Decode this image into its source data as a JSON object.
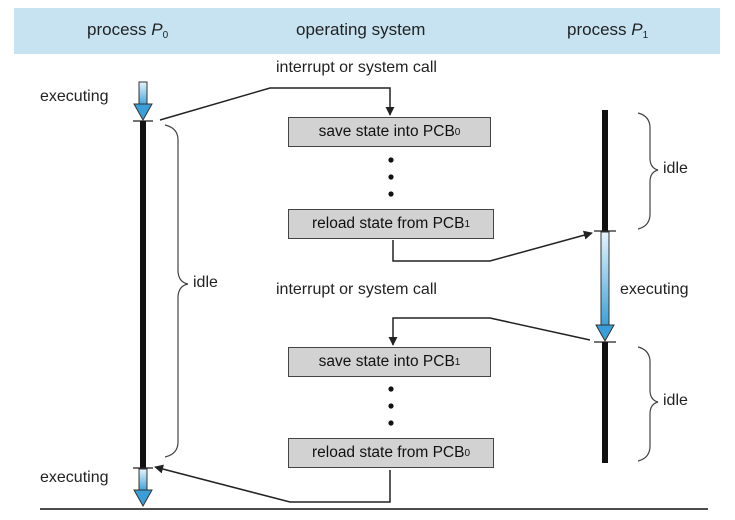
{
  "header": {
    "col0_prefix": "process ",
    "col0_var": "P",
    "col0_sub": "0",
    "col1": "operating system",
    "col2_prefix": "process ",
    "col2_var": "P",
    "col2_sub": "1"
  },
  "labels": {
    "interrupt_top": "interrupt or system call",
    "interrupt_mid": "interrupt or system call",
    "p0_executing_top": "executing",
    "p0_executing_bottom": "executing",
    "p0_idle": "idle",
    "p1_idle_top": "idle",
    "p1_executing": "executing",
    "p1_idle_bottom": "idle"
  },
  "boxes": {
    "save_pcb0_text": "save state into PCB",
    "save_pcb0_sub": "0",
    "reload_pcb1_text": "reload state from PCB",
    "reload_pcb1_sub": "1",
    "save_pcb1_text": "save state into PCB",
    "save_pcb1_sub": "1",
    "reload_pcb0_text": "reload state from PCB",
    "reload_pcb0_sub": "0"
  },
  "colors": {
    "header_band": "#c7e3f1",
    "box_fill": "#d2d2d2",
    "exec_arrow_top": "#dff1fb",
    "exec_arrow_bottom": "#3a9fd8"
  }
}
